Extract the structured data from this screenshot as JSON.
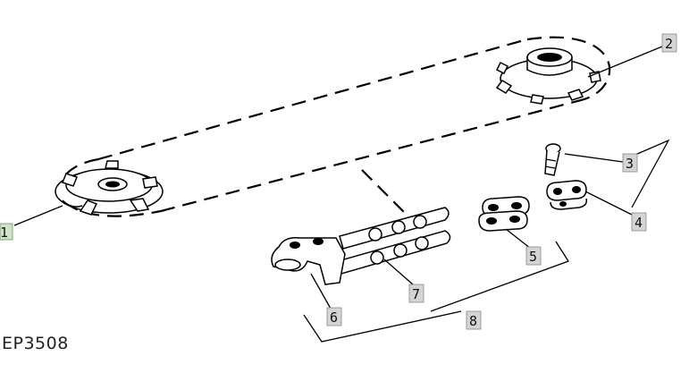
{
  "figure_code": "EP3508",
  "callouts": [
    {
      "id": "1",
      "label": "1"
    },
    {
      "id": "2",
      "label": "2"
    },
    {
      "id": "3",
      "label": "3"
    },
    {
      "id": "4",
      "label": "4"
    },
    {
      "id": "5",
      "label": "5"
    },
    {
      "id": "6",
      "label": "6"
    },
    {
      "id": "7",
      "label": "7"
    },
    {
      "id": "8",
      "label": "8"
    }
  ]
}
